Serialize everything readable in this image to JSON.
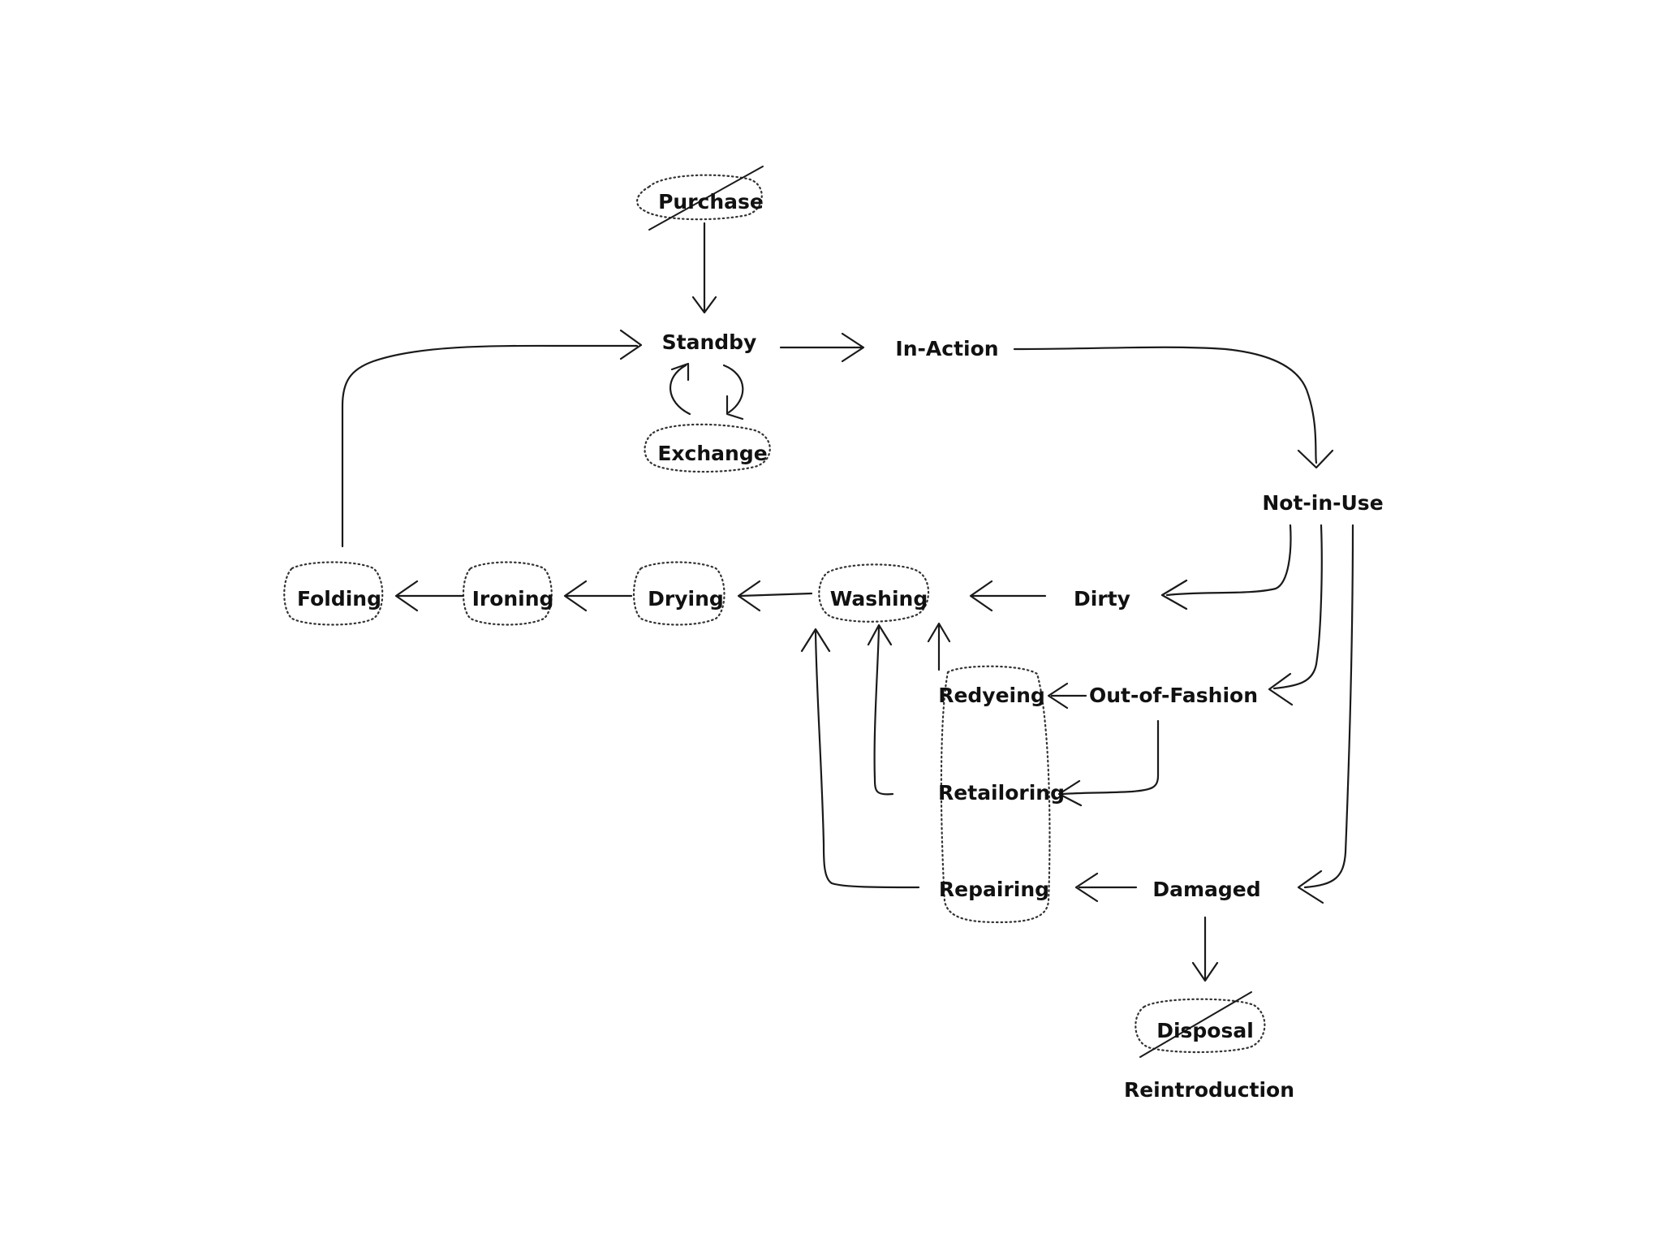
{
  "diagram": {
    "nodes": {
      "purchase": "Purchase",
      "standby": "Standby",
      "in_action": "In-Action",
      "exchange": "Exchange",
      "not_in_use": "Not-in-Use",
      "folding": "Folding",
      "ironing": "Ironing",
      "drying": "Drying",
      "washing": "Washing",
      "dirty": "Dirty",
      "redyeing": "Redyeing",
      "out_of_fashion": "Out-of-Fashion",
      "retailoring": "Retailoring",
      "repairing": "Repairing",
      "damaged": "Damaged",
      "disposal": "Disposal",
      "reintroduction": "Reintroduction"
    },
    "crossed_out": [
      "Purchase",
      "Disposal"
    ],
    "edges": [
      {
        "from": "Purchase",
        "to": "Standby"
      },
      {
        "from": "Standby",
        "to": "In-Action"
      },
      {
        "from": "Standby",
        "to": "Exchange",
        "bidirectional": true
      },
      {
        "from": "In-Action",
        "to": "Not-in-Use"
      },
      {
        "from": "Not-in-Use",
        "to": "Dirty"
      },
      {
        "from": "Not-in-Use",
        "to": "Out-of-Fashion"
      },
      {
        "from": "Not-in-Use",
        "to": "Damaged"
      },
      {
        "from": "Dirty",
        "to": "Washing"
      },
      {
        "from": "Out-of-Fashion",
        "to": "Redyeing"
      },
      {
        "from": "Out-of-Fashion",
        "to": "Retailoring"
      },
      {
        "from": "Damaged",
        "to": "Repairing"
      },
      {
        "from": "Damaged",
        "to": "Disposal"
      },
      {
        "from": "Redyeing",
        "to": "Washing"
      },
      {
        "from": "Retailoring",
        "to": "Washing"
      },
      {
        "from": "Repairing",
        "to": "Washing"
      },
      {
        "from": "Washing",
        "to": "Drying"
      },
      {
        "from": "Drying",
        "to": "Ironing"
      },
      {
        "from": "Ironing",
        "to": "Folding"
      },
      {
        "from": "Folding",
        "to": "Standby"
      }
    ]
  }
}
